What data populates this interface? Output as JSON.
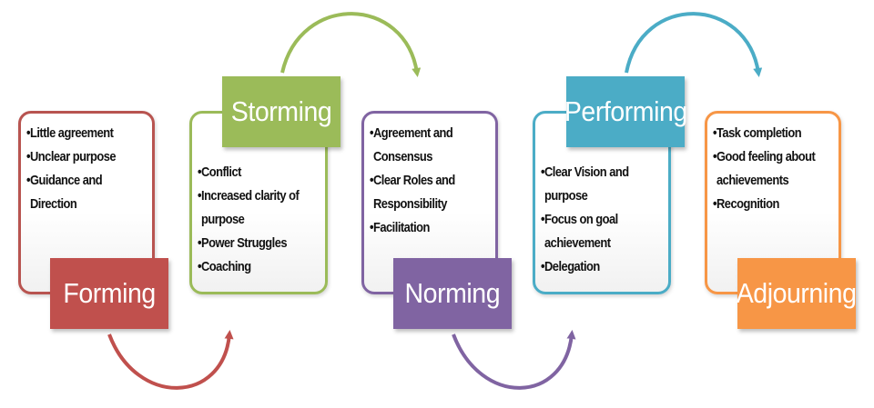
{
  "stages": {
    "forming": {
      "title": "Forming",
      "items": [
        "Little agreement",
        "Unclear purpose",
        "Guidance and Direction"
      ],
      "color": "#c0504d"
    },
    "storming": {
      "title": "Storming",
      "items": [
        "Conflict",
        "Increased clarity of purpose",
        "Power Struggles",
        "Coaching"
      ],
      "color": "#9bbb59"
    },
    "norming": {
      "title": "Norming",
      "items": [
        "Agreement and Consensus",
        "Clear Roles and Responsibility",
        "Facilitation"
      ],
      "color": "#8064a2"
    },
    "performing": {
      "title": "Performing",
      "items": [
        "Clear Vision and purpose",
        "Focus on goal achievement",
        "Delegation"
      ],
      "color": "#4bacc6"
    },
    "adjourning": {
      "title": "Adjourning",
      "items": [
        "Task completion",
        "Good feeling about achievements",
        "Recognition"
      ],
      "color": "#f79646"
    }
  }
}
